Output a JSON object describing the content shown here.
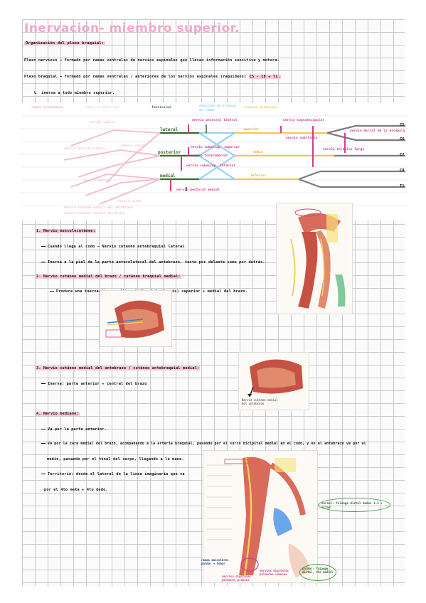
{
  "title": "Inervación- miembro superior.",
  "subtitle": "Organización del plexo braquial:",
  "intro": {
    "line1": "Plexo nervioso → formado por ramas ventrales de nervios espinales que llevan información sensitiva y motora.",
    "line2_a": "Plexo braquial → formado por ramas ventrales / anteriores de los nervios espinales (raquídeos)",
    "line2_b": "C5 - C8 + T1.",
    "line3": "inerva a todo miembro superior."
  },
  "plexus": {
    "headers": [
      "ramas terminales",
      "ramas colaterales",
      "fascículos",
      "división de troncos en ramas",
      "troncos primarios"
    ],
    "cords": [
      "lateral",
      "posterior",
      "medial"
    ],
    "trunks": [
      "superior",
      "medio",
      "inferior"
    ],
    "roots": [
      "C5",
      "C6",
      "C7",
      "C8",
      "T1"
    ],
    "branches": [
      "nervio pectoral lateral",
      "nervio supraescapular",
      "nervio subclavio",
      "nervio dorsal de la escápula",
      "nervio torácico largo",
      "nervio subescap. superior",
      "nervio toracodorsal",
      "nervio subescap. inferior",
      "nervio pectoral medial"
    ],
    "terminal_faint": [
      "nervio musculocutáneo",
      "nervio axilar",
      "nervio radial",
      "nervio mediano",
      "nervio ulnar",
      "nervio cutáneo medial del antebrazo",
      "nervio cutáneo medial del brazo"
    ]
  },
  "sections": {
    "s1_title": "1. Nervio musculocutáneo:",
    "s1_b1": "Cuando llega al codo → Nervio cutáneo antebraquial lateral",
    "s1_b2": "Inerva a la piel de la parte anterolateral del antebrazo, tanto por delante como por detrás.",
    "s2_title": "2. Nervio cutáneo medial del brazo / cutáneo braquial medial:",
    "s2_b1": "Produce una inervación sensitiva de la piel (dermis) superior + medial del brazo.",
    "s3_title": "3. Nervio cutáneo medial del antebrazo / cutáneo antebraquial medial:",
    "s3_b1": "Inerva: parte anterior + central del brazo",
    "s4_title": "4. Nervio mediano:",
    "s4_b1": "Va por la parte anterior.",
    "s4_b2a": "Va por la cara medial del brazo, acompañando a la arteria braquial, pasando por el surco bicipital medial en el codo, y en el antebrazo va por el",
    "s4_b2b": "medio, pasando por el túnel del carpo, llegando a la mano.",
    "s4_b3a": "Territorio: desde el lateral de la línea imaginaria que va",
    "s4_b3b": "por el 4to meta + 4to dedo."
  },
  "image_labels": {
    "img3_caption": "Nervio cutáneo medial del antebrazo",
    "img4_ann1": "ramas musculares palmar + tenar",
    "img4_ann2": "nervios digitales palmares propios",
    "img4_ann3": "nervios digitales palmares comunes",
    "img4_ann4": "dorsal: falange distal dedos 1-3 + mitad",
    "img4_ann5": "palmar: falange distal, 4to medial"
  },
  "colors": {
    "pink": "#f2a7c8",
    "blue": "#8fd3f4",
    "yellow": "#f7d56b",
    "green": "#4a9e4a",
    "magenta": "#d63a8c",
    "gray": "#8a8a8a"
  }
}
